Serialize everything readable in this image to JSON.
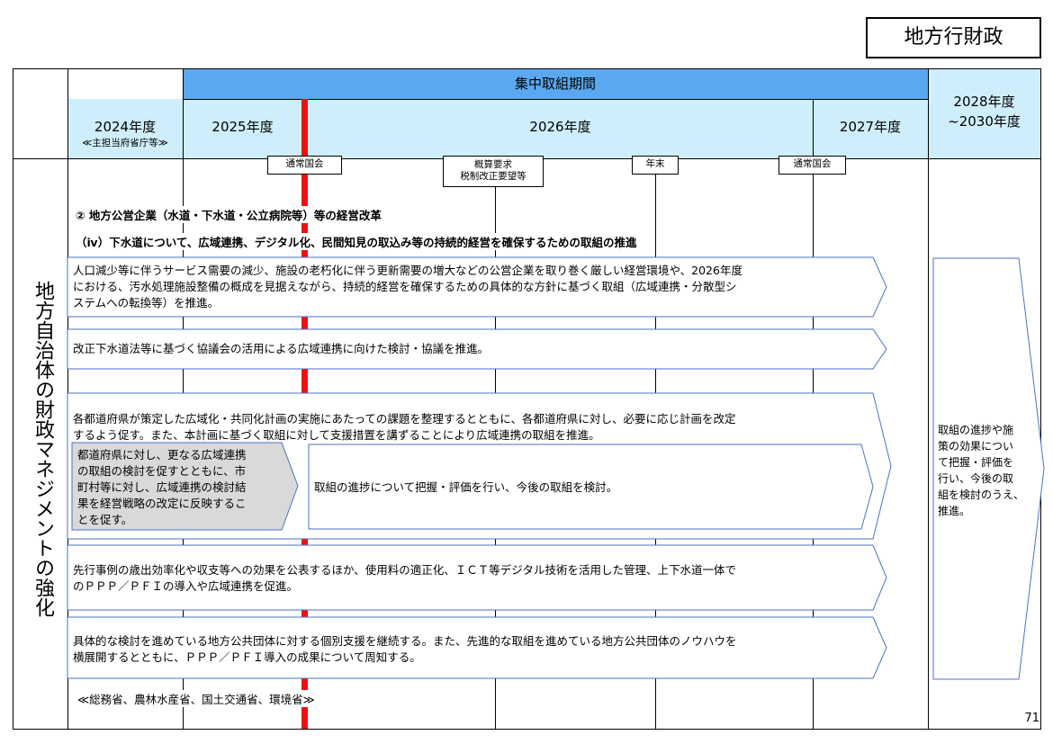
{
  "tag": "地方行財政",
  "header": {
    "period_label": "集中取組期間",
    "y2024": "2024年度",
    "y2024_sub": "≪主担当府省庁等≫",
    "y2025": "2025年度",
    "y2026": "2026年度",
    "y2027": "2027年度",
    "y2028": "2028年度",
    "y2028b": "~2030年度"
  },
  "left_label": "地方自治体の財政マネジメントの強化",
  "markers": {
    "m1": "通常国会",
    "m2a": "概算要求",
    "m2b": "税制改正要望等",
    "m3": "年末",
    "m4": "通常国会"
  },
  "section_title": "② 地方公営企業（水道・下水道・公立病院等）等の経営改革",
  "subsection_title": "（ⅳ）下水道について、広域連携、デジタル化、民間知見の取込み等の持続的経営を確保するための取組の推進",
  "arrows": {
    "a1": [
      "人口減少等に伴うサービス需要の減少、施設の老朽化に伴う更新需要の増大などの公営企業を取り巻く厳しい経営環境や、2026年度",
      "における、汚水処理施設整備の概成を見据えながら、持続的経営を確保するための具体的な方針に基づく取組（広域連携・分散型シ",
      "ステムへの転換等）を推進。"
    ],
    "a2": [
      "改正下水道法等に基づく協議会の活用による広域連携に向けた検討・協議を推進。"
    ],
    "a3": [
      "各都道府県が策定した広域化・共同化計画の実施にあたっての課題を整理するとともに、各都道府県に対し、必要に応じ計画を改定",
      "するよう促す。また、本計画に基づく取組に対して支援措置を講ずることにより広域連携の取組を推進。"
    ],
    "a3_gray": [
      "都道府県に対し、更なる広域連携",
      "の取組の検討を促すとともに、市",
      "町村等に対し、広域連携の検討結",
      "果を経営戦略の改定に反映するこ",
      "とを促す。"
    ],
    "a3_inner": [
      "取組の進捗について把握・評価を行い、今後の取組を検討。"
    ],
    "a4": [
      "先行事例の歳出効率化や収支等への効果を公表するほか、使用料の適正化、ＩＣＴ等デジタル技術を活用した管理、上下水道一体で",
      "のＰＰＰ／ＰＦＩの導入や広域連携を促進。"
    ],
    "a5": [
      "具体的な検討を進めている地方公共団体に対する個別支援を継続する。また、先進的な取組を進めている地方公共団体のノウハウを",
      "横展開するとともに、ＰＰＰ／ＰＦＩ導入の成果について周知する。"
    ],
    "right": [
      "取組の進捗や施",
      "策の効果につい",
      "て把握・評価を",
      "行い、今後の取",
      "組を検討のうえ、",
      "推進。"
    ]
  },
  "ministries": "≪総務省、農林水産省、国土交通省、環境省≫",
  "page_number": "71",
  "colors": {
    "period_bar": "#5aa8f0",
    "header_bg": "#cfeefc",
    "arrow_stroke": "#4a72c4",
    "gray_fill": "#d9d9d9",
    "timeline_red": "#ee1111"
  }
}
